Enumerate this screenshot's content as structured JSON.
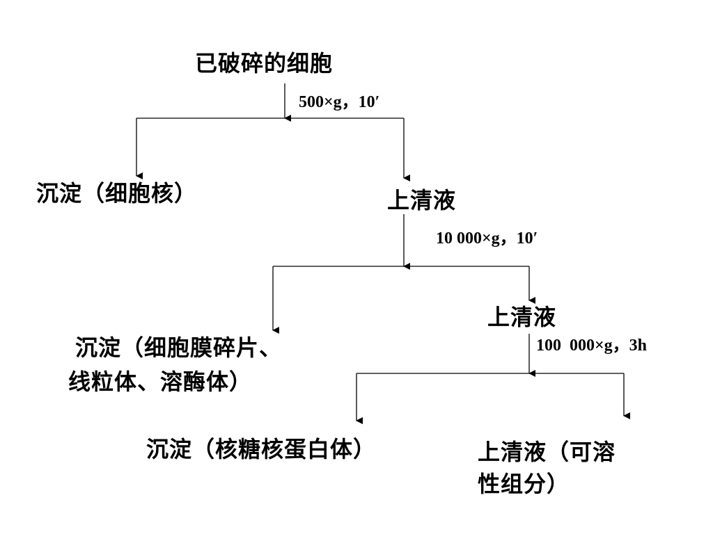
{
  "nodes": {
    "root": "已破碎的细胞",
    "pellet_1": "沉淀（细胞核）",
    "supernatant_1": "上清液",
    "pellet_2_line1": "沉淀（细胞膜碎片、",
    "pellet_2_line2": "线粒体、溶酶体）",
    "supernatant_2": "上清液",
    "pellet_3": "沉淀（核糖核蛋白体）",
    "supernatant_3_line1": "上清液（可溶",
    "supernatant_3_line2": "性组分）"
  },
  "conditions": {
    "step_1": "500×g，10′",
    "step_2": "10 000×g，10′",
    "step_3": "100  000×g，3h"
  },
  "colors": {
    "line": "#000000",
    "text": "#000000"
  }
}
